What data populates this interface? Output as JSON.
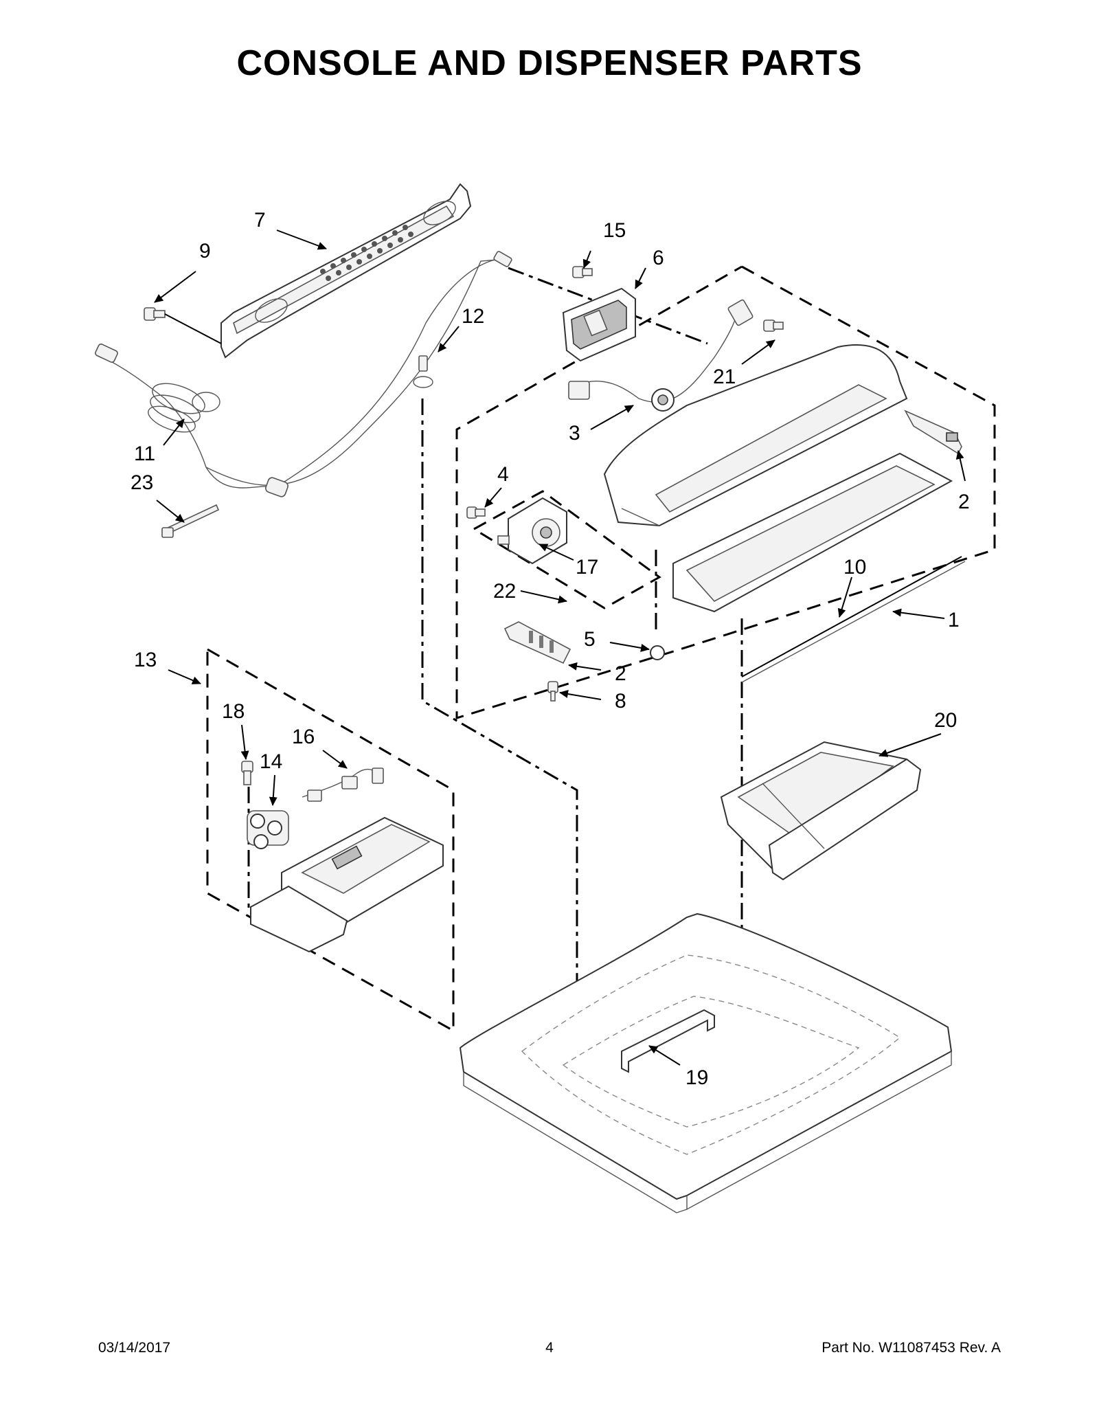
{
  "page": {
    "title": "CONSOLE AND DISPENSER PARTS",
    "footer_date": "03/14/2017",
    "footer_page": "4",
    "footer_part": "Part No.  W11087453   Rev.  A"
  },
  "callouts": [
    "1",
    "2",
    "2",
    "3",
    "4",
    "5",
    "6",
    "7",
    "8",
    "9",
    "10",
    "11",
    "12",
    "13",
    "14",
    "15",
    "16",
    "17",
    "18",
    "19",
    "20",
    "21",
    "22",
    "23"
  ]
}
